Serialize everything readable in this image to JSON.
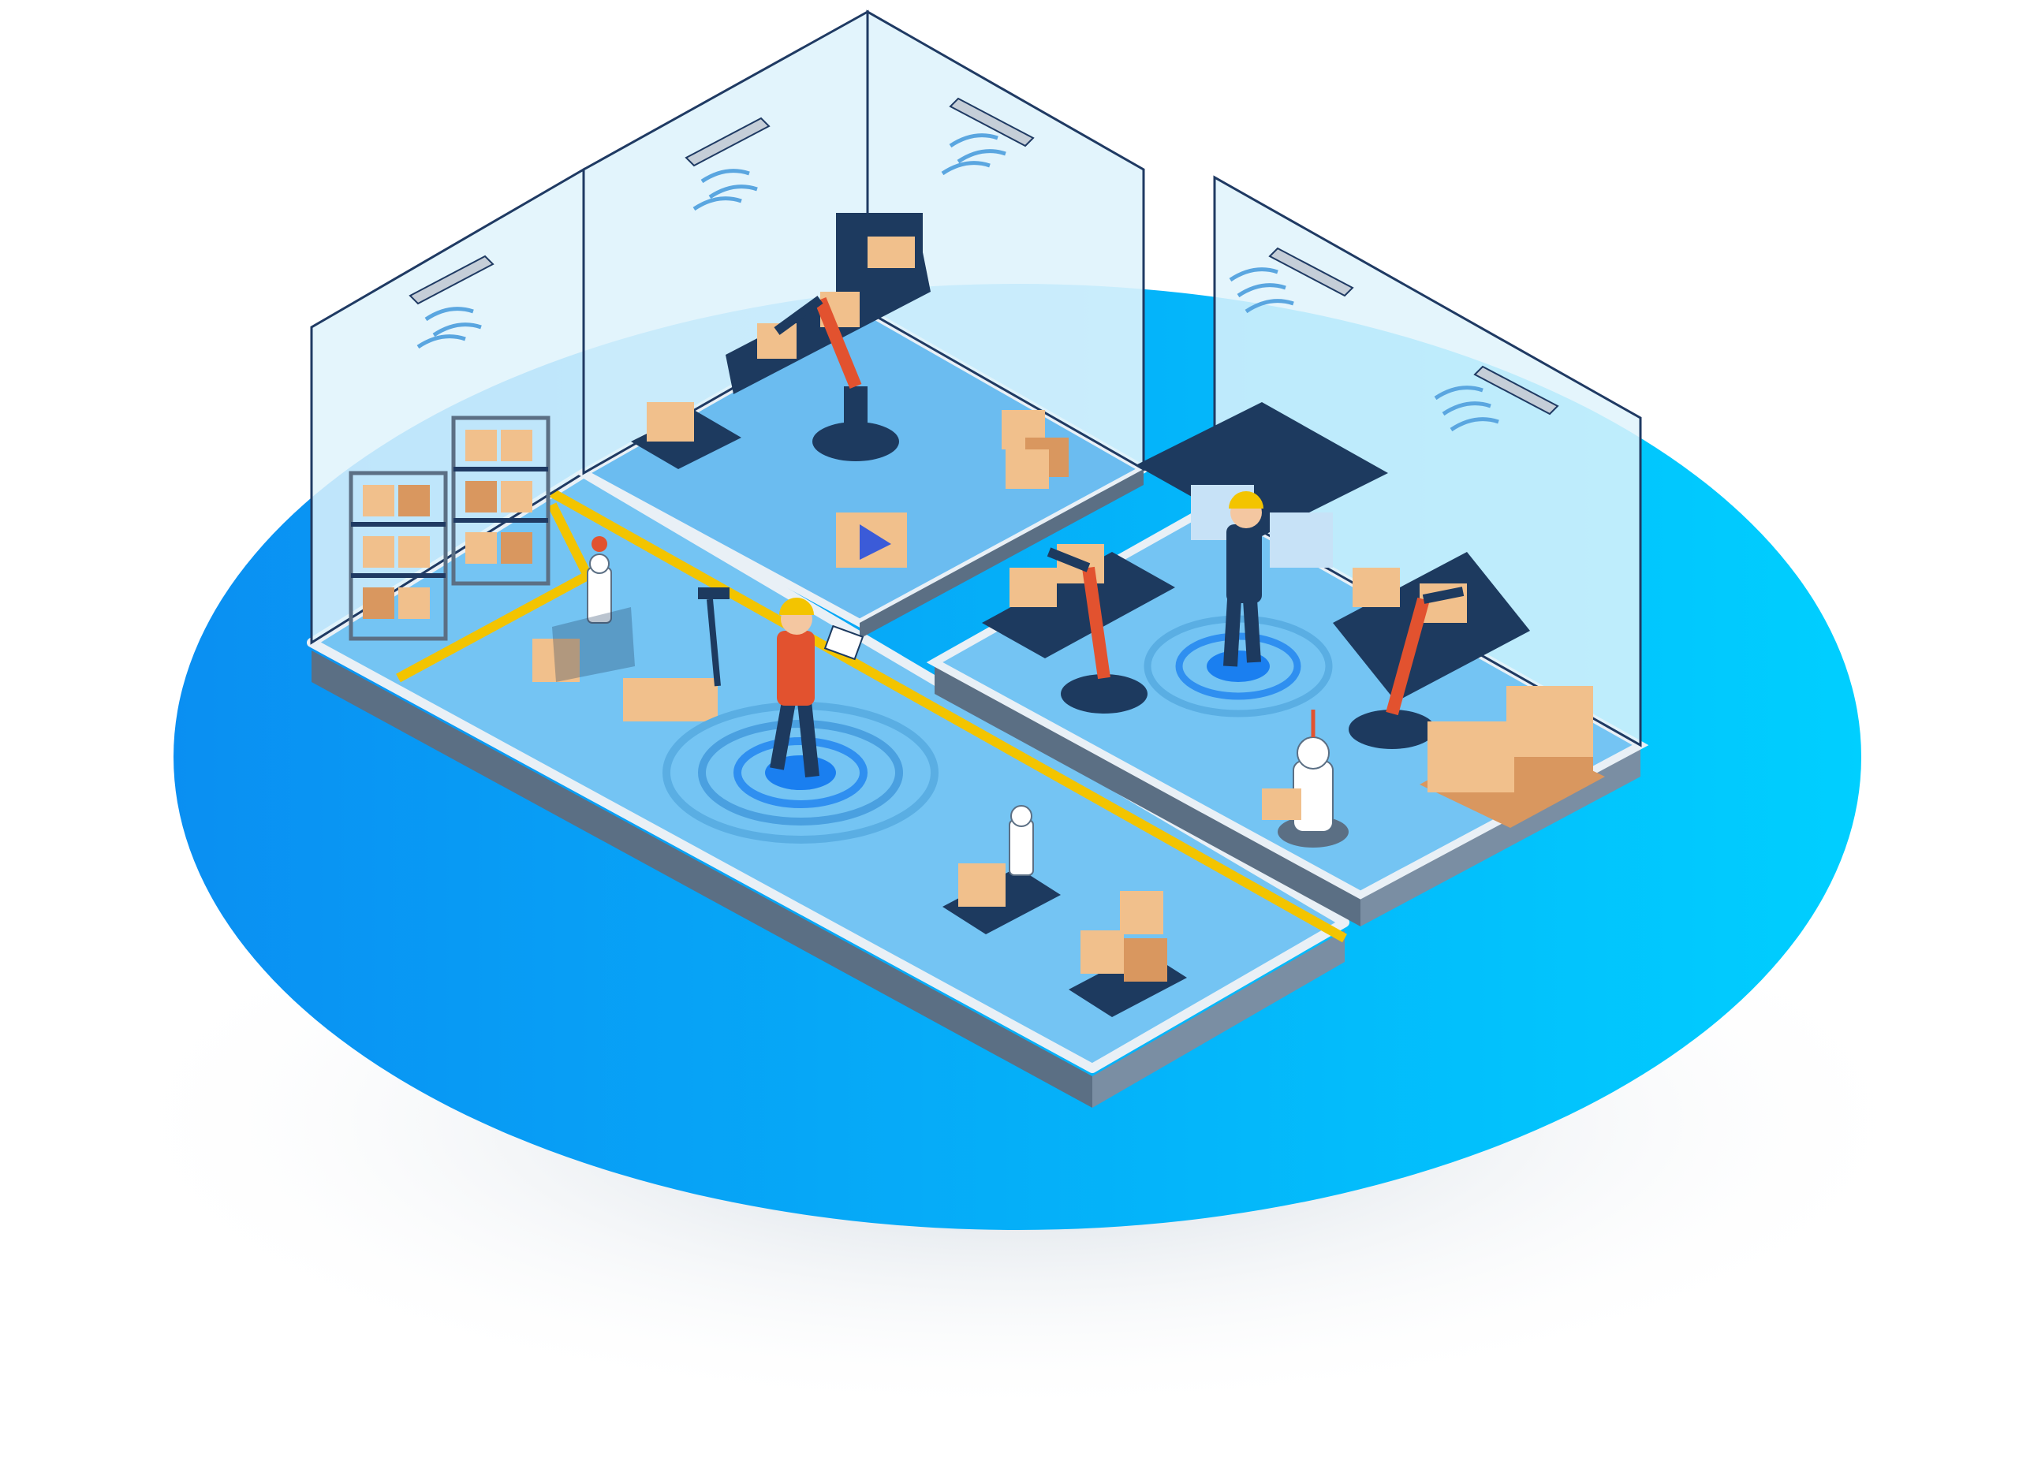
{
  "scene": {
    "type": "isometric-illustration",
    "subject": "smart-warehouse-factory",
    "colors": {
      "platform_left": "#0a8ff2",
      "platform_right": "#00cfff",
      "floor": "#74c4f3",
      "floor_dark": "#5aaee3",
      "wall_glass": "#dff3fc",
      "wall_edge": "#1f3a63",
      "base_top": "#e9f0f6",
      "base_side": "#5b6f84",
      "path": "#f3c400",
      "machine": "#1d3a5f",
      "robot_arm": "#e2522f",
      "box": "#f1c08c",
      "box_dark": "#d9975f",
      "signal": "#1a7ff0",
      "shadow": "#cfd9e3"
    },
    "elements": {
      "workers": 2,
      "service_robots": 3,
      "robot_arms": 3,
      "agv_carts": 3,
      "air_conditioners": 5,
      "storage_racks": 2
    }
  }
}
